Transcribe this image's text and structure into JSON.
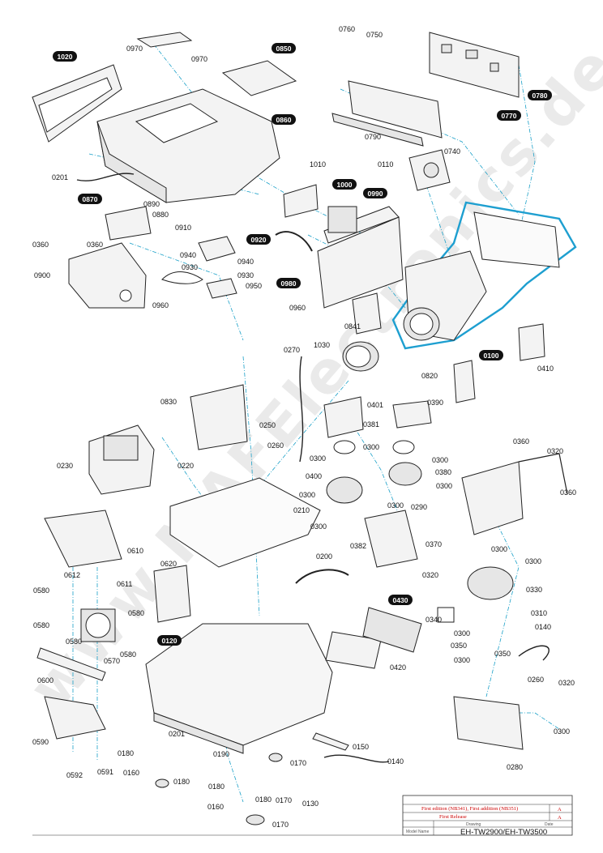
{
  "watermark": "www.MAFElectronics.de",
  "callouts": [
    "1020",
    "0850",
    "0860",
    "0870",
    "0920",
    "0980",
    "1000",
    "0990",
    "0780",
    "0770",
    "0100",
    "0430",
    "0120"
  ],
  "labels": [
    "0970",
    "0970",
    "0201",
    "0890",
    "0880",
    "0360",
    "0360",
    "0900",
    "0960",
    "0910",
    "0940",
    "0940",
    "0930",
    "0930",
    "0950",
    "1010",
    "0960",
    "0760",
    "0750",
    "0790",
    "0740",
    "0110",
    "0841",
    "1030",
    "0820",
    "0410",
    "0270",
    "0830",
    "0250",
    "0260",
    "0230",
    "0220",
    "0401",
    "0390",
    "0381",
    "0300",
    "0300",
    "0300",
    "0400",
    "0380",
    "0300",
    "0300",
    "0300",
    "0210",
    "0300",
    "0360",
    "0320",
    "0360",
    "0290",
    "0610",
    "0612",
    "0611",
    "0620",
    "0200",
    "0382",
    "0370",
    "0300",
    "0300",
    "0320",
    "0330",
    "0580",
    "0580",
    "0580",
    "0580",
    "0580",
    "0570",
    "0340",
    "0310",
    "0300",
    "0350",
    "0140",
    "0300",
    "0350",
    "0420",
    "0600",
    "0260",
    "0320",
    "0201",
    "0590",
    "0592",
    "0591",
    "0180",
    "0160",
    "0180",
    "0190",
    "0150",
    "0170",
    "0140",
    "0300",
    "0180",
    "0180",
    "0170",
    "0160",
    "0170",
    "0130",
    "0280"
  ],
  "title_block": {
    "first_issue_text": "First edition (NB341), First addition (NB351)",
    "revision_text": "First Release",
    "first_mark": "A",
    "second_mark": "A",
    "drawn_label": "Drawing",
    "date_label": "Date",
    "sheet_label": "Model Name",
    "model_name": "EH-TW2900/EH-TW3500"
  },
  "colors": {
    "callout_bg": "#111111",
    "leader": "#1aa0c8",
    "highlight": "#1e9fd0",
    "warning": "#cc0000"
  }
}
